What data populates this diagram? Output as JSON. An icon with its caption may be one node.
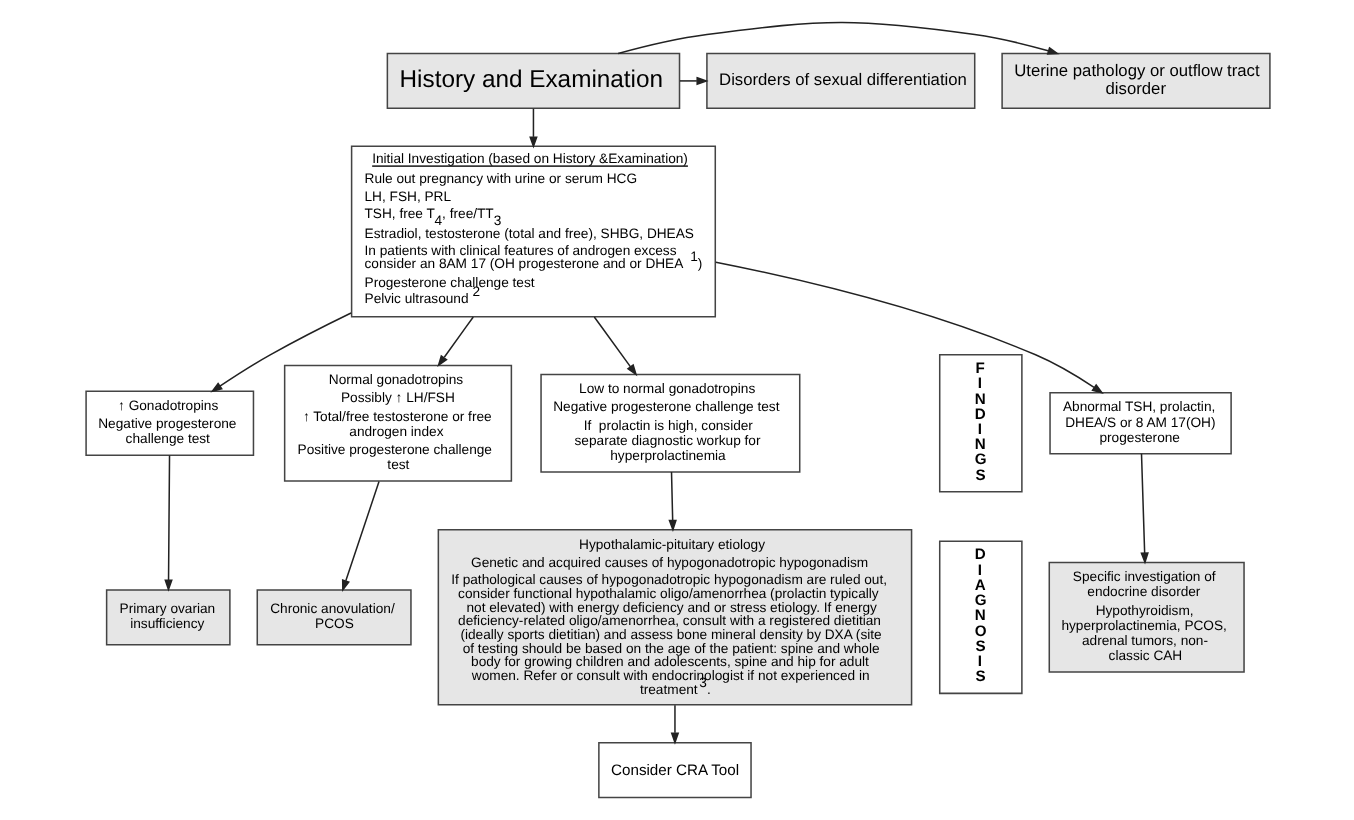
{
  "diagram": {
    "nodes": [
      {
        "text": [
          "History and Examination"
        ]
      },
      {
        "text": [
          "Uterine pathology or outflow tract disorder"
        ]
      },
      {
        "text": [
          "Disorders of sexual differentiation"
        ]
      },
      {
        "text": [
          "Initial Investigation (based on History &Examination)",
          "Rule out pregnancy with urine or serum HCG",
          "LH, FSH, PRL",
          "TSH, free T$_{4}$, free/TT$_{3}$",
          "Estradiol, testosterone (total and free), SHBG, DHEAS",
          "In patients with clinical features of androgen excess consider an 8AM 17 (OH progesterone and or DHEA$^{1}$)",
          "Progesterone challenge test",
          "Pelvic ultrasound$^{2}$"
        ]
      },
      {
        "text": [
          "Abnormal TSH, prolactin, DHEA/S or 8 AM 17(OH) progesterone"
        ]
      },
      {
        "text": [
          "↑ Gonadotropins",
          "Negative progesterone challenge test"
        ]
      },
      {
        "text": [
          "Normal gonadotropins",
          "Possibly ↑ LH/FSH",
          "↑ Total/free testosterone or free androgen index",
          "Positive progesterone challenge test"
        ]
      },
      {
        "text": [
          "Low to normal gonadotropins",
          "Negative progesterone challenge test",
          "If  prolactin is high, consider separate diagnostic workup for hyperprolactinemia"
        ]
      },
      {
        "text": [
          "Specific investigation of endocrine disorder",
          "Hypothyroidism, hyperprolactinemia, PCOS, adrenal tumors, non-classic CAH"
        ]
      },
      {
        "text": [
          "Primary ovarian insufficiency"
        ]
      },
      {
        "text": [
          "Chronic anovulation/ PCOS"
        ]
      },
      {
        "text": [
          "Hypothalamic-pituitary etiology",
          "Genetic and acquired causes of hypogonadotropic hypogonadism",
          "If pathological causes of hypogonadotropic hypogonadism are ruled out, consider functional hypothalamic oligo/amenorrhea (prolactin typically not elevated) with energy deficiency and or stress etiology. If energy deficiency-related oligo/amenorrhea, consult with a registered dietitian (ideally sports dietitian) and assess bone mineral density by DXA (site of testing should be based on the age of the patient: spine and whole body for growing children and adolescents, spine and hip for adult  women. Refer or consult with endocrinologist if not experienced in treatment$^{3}$."
        ]
      },
      {
        "text": [
          "Consider CRA Tool"
        ]
      },
      {
        "text": [
          "FINDINGS"
        ]
      },
      {
        "text": [
          "DIAGNOSIS"
        ]
      }
    ],
    "edges": [
      {
        "from": 0,
        "to": 1,
        "arrow": "to"
      },
      {
        "from": 0,
        "to": 2,
        "arrow": "to"
      },
      {
        "from": 0,
        "to": 3,
        "arrow": "to"
      },
      {
        "from": 3,
        "to": 4,
        "arrow": "to"
      },
      {
        "from": 3,
        "to": 5,
        "arrow": "to"
      },
      {
        "from": 3,
        "to": 6,
        "arrow": "to"
      },
      {
        "from": 3,
        "to": 7,
        "arrow": "to"
      },
      {
        "from": 4,
        "to": 8,
        "arrow": "to"
      },
      {
        "from": 5,
        "to": 9,
        "arrow": "to"
      },
      {
        "from": 6,
        "to": 10,
        "arrow": "to"
      },
      {
        "from": 7,
        "to": 11,
        "arrow": "to"
      },
      {
        "from": 11,
        "to": 12,
        "arrow": "to"
      }
    ]
  }
}
